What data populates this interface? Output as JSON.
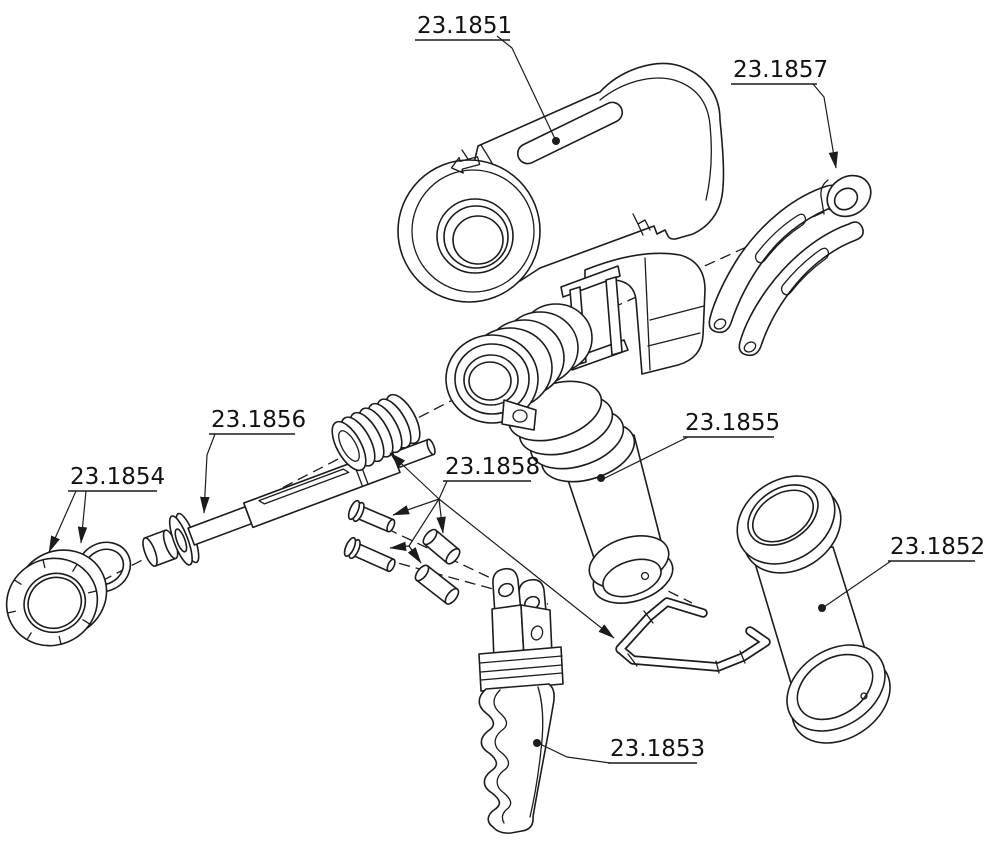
{
  "diagram": {
    "type": "exploded-parts-diagram",
    "background": "#ffffff",
    "line_color": "#1c1c1c",
    "labels": {
      "l1851": {
        "text": "23.1851",
        "part": "cylinder-housing"
      },
      "l1852": {
        "text": "23.1852",
        "part": "sleeve-cylinder"
      },
      "l1853": {
        "text": "23.1853",
        "part": "hand-grip"
      },
      "l1854": {
        "text": "23.1854",
        "part": "cap-nut-and-o-ring"
      },
      "l1855": {
        "text": "23.1855",
        "part": "handle-tube"
      },
      "l1856": {
        "text": "23.1856",
        "part": "piston-rod"
      },
      "l1857": {
        "text": "23.1857",
        "part": "trigger-lever"
      },
      "l1858": {
        "text": "23.1858",
        "part": "pin-spring-clip-kit"
      }
    }
  }
}
